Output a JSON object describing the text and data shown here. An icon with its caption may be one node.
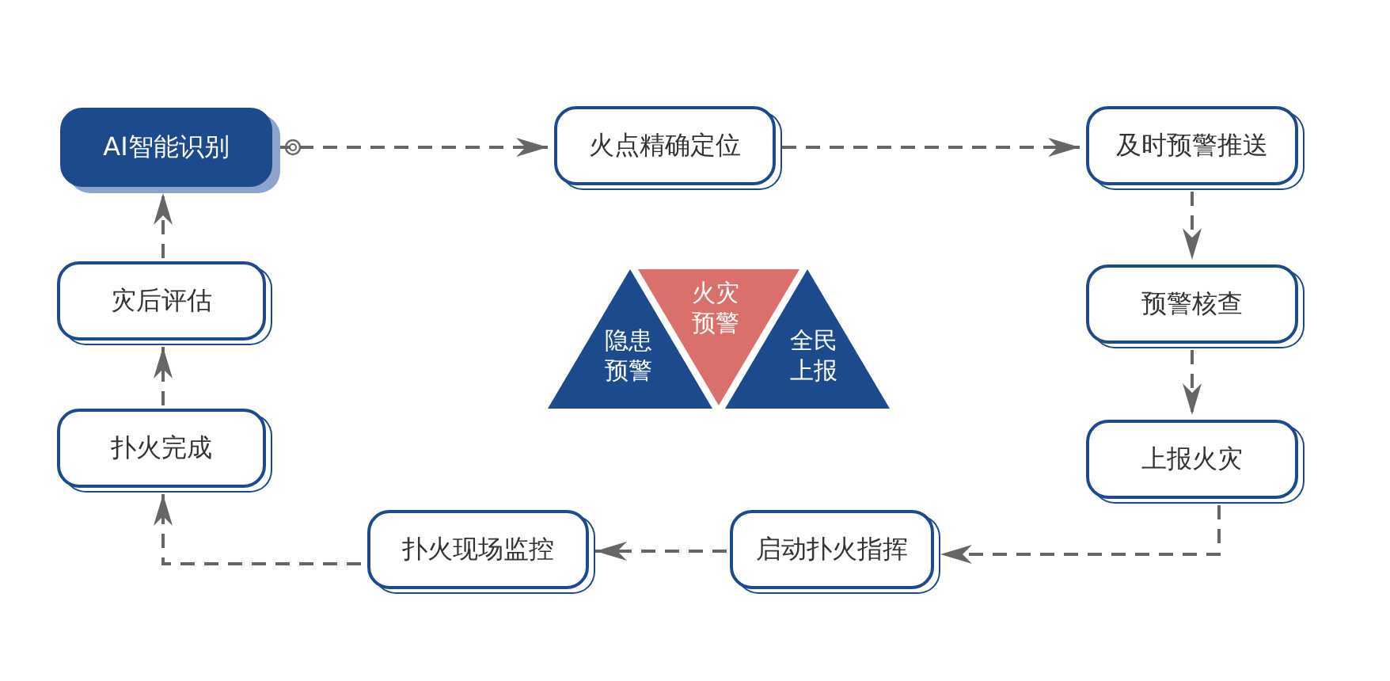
{
  "diagram": {
    "nodes": [
      {
        "text": [
          "AI智能识别"
        ]
      },
      {
        "text": [
          "火点精确定位"
        ]
      },
      {
        "text": [
          "及时预警推送"
        ]
      },
      {
        "text": [
          "预警核查"
        ]
      },
      {
        "text": [
          "上报火灾"
        ]
      },
      {
        "text": [
          "启动扑火指挥"
        ]
      },
      {
        "text": [
          "扑火现场监控"
        ]
      },
      {
        "text": [
          "扑火完成"
        ]
      },
      {
        "text": [
          "灾后评估"
        ]
      },
      {
        "text": [
          "隐患预警"
        ]
      },
      {
        "text": [
          "火灾预警"
        ]
      },
      {
        "text": [
          "全民上报"
        ]
      }
    ],
    "edges": [
      {
        "from": 0,
        "to": 1,
        "arrow": "to"
      },
      {
        "from": 1,
        "to": 2,
        "arrow": "to"
      },
      {
        "from": 2,
        "to": 3,
        "arrow": "to"
      },
      {
        "from": 3,
        "to": 4,
        "arrow": "to"
      },
      {
        "from": 4,
        "to": 5,
        "arrow": "to"
      },
      {
        "from": 5,
        "to": 6,
        "arrow": "to"
      },
      {
        "from": 6,
        "to": 7,
        "arrow": "to"
      },
      {
        "from": 7,
        "to": 8,
        "arrow": "to"
      },
      {
        "from": 8,
        "to": 0,
        "arrow": "to"
      }
    ]
  }
}
